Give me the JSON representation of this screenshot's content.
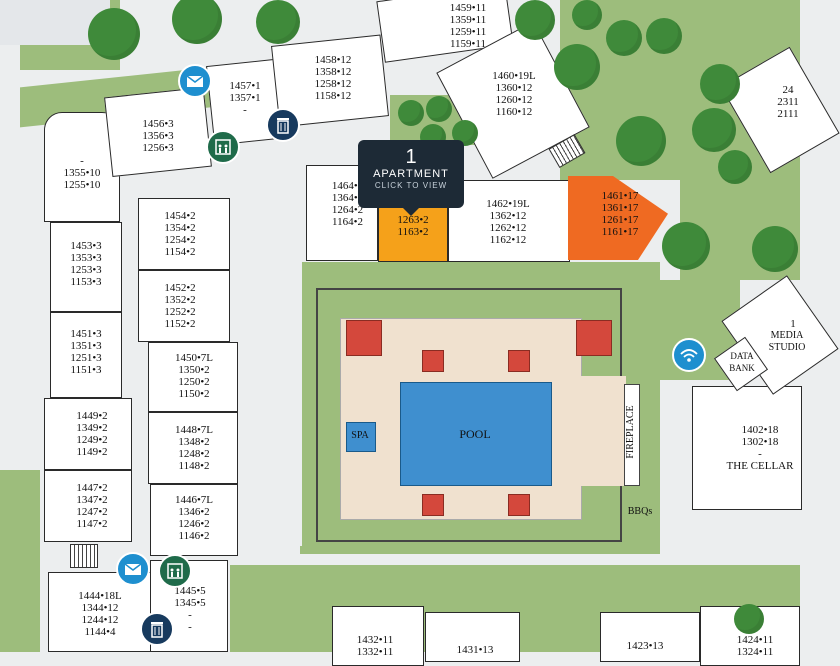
{
  "colors": {
    "background": "#eceeef",
    "grass": "#9dbd7c",
    "tree": "#3f8a3a",
    "pool_deck": "#f0e1cf",
    "pool_water": "#3f8fcf",
    "selected_unit": "#f5a11a",
    "highlight_unit": "#ef6a22",
    "tooltip_bg": "#1d2a36",
    "icon_blue": "#1e8fcf",
    "icon_green": "#1f6b4a",
    "icon_navy": "#173a5e"
  },
  "tooltip": {
    "count": "1",
    "title": "APARTMENT",
    "subtitle": "CLICK TO VIEW"
  },
  "buildings": {
    "b1355": "-\n1355•10\n1255•10",
    "b1456": "1456•3\n1356•3\n1256•3",
    "b1457": "1457•1\n1357•1\n-",
    "b1458": "1458•12\n1358•12\n1258•12\n1158•12",
    "b1459": "1459•11\n1359•11\n1259•11\n1159•11",
    "b1460": "1460•19L\n1360•12\n1260•12\n1160•12",
    "b1464": "1464•2\n1364•2\n1264•2\n1164•2",
    "b1263": "1263•2\n1163•2",
    "b1462": "1462•19L\n1362•12\n1262•12\n1162•12",
    "b1461": "1461•17\n1361•17\n1261•17\n1161•17",
    "b1454": "1454•2\n1354•2\n1254•2\n1154•2",
    "b1453": "1453•3\n1353•3\n1253•3\n1153•3",
    "b1452": "1452•2\n1352•2\n1252•2\n1152•2",
    "b1451": "1451•3\n1351•3\n1251•3\n1151•3",
    "b1450": "1450•7L\n1350•2\n1250•2\n1150•2",
    "b1449": "1449•2\n1349•2\n1249•2\n1149•2",
    "b1448": "1448•7L\n1348•2\n1248•2\n1148•2",
    "b1447": "1447•2\n1347•2\n1247•2\n1147•2",
    "b1446": "1446•7L\n1346•2\n1246•2\n1146•2",
    "b1444": "1444•18L\n1344•12\n1244•12\n1144•4",
    "b1445": "1445•5\n1345•5\n-\n-",
    "b1432": "1432•11\n1332•11",
    "b1431": "1431•13",
    "b1423": "1423•13",
    "b1424": "1424•11\n1324•11",
    "b1402": "1402•18\n1302•18\n-\nTHE CELLAR",
    "b2311": "24\n2311\n2111"
  },
  "amenities": {
    "pool": "POOL",
    "spa": "SPA",
    "fireplace": "FIREPLACE",
    "bbq": "BBQs",
    "data_bank": "DATA\nBANK",
    "media_studio": "MEDIA\nSTUDIO",
    "media_num": "1"
  },
  "icons": {
    "mail": "mail-icon",
    "elevator": "elevator-icon",
    "trash": "trash-icon",
    "wifi": "wifi-icon"
  }
}
